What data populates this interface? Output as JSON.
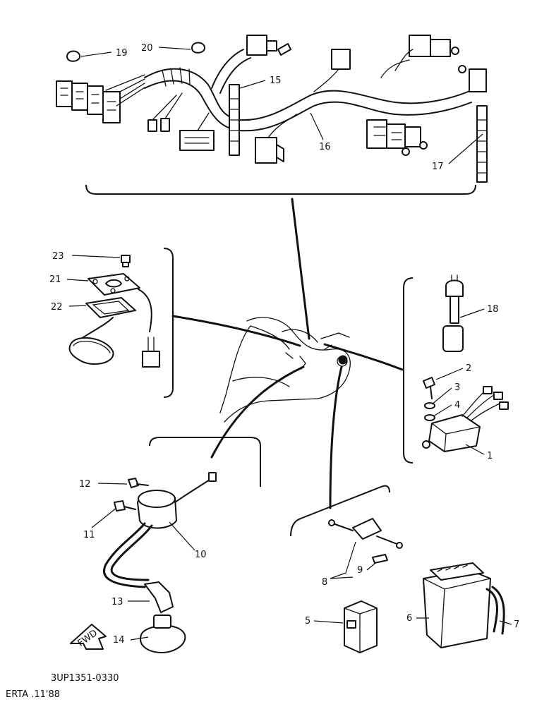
{
  "diagram": {
    "figure_code": "3UP1351-0330",
    "footer_mark": "ERTA .11'88",
    "fwd_label": "FWD",
    "callouts": [
      {
        "id": "1",
        "text": "1"
      },
      {
        "id": "2",
        "text": "2"
      },
      {
        "id": "3",
        "text": "3"
      },
      {
        "id": "4",
        "text": "4"
      },
      {
        "id": "5",
        "text": "5"
      },
      {
        "id": "6",
        "text": "6"
      },
      {
        "id": "7",
        "text": "7"
      },
      {
        "id": "8",
        "text": "8"
      },
      {
        "id": "9",
        "text": "9"
      },
      {
        "id": "10",
        "text": "10"
      },
      {
        "id": "11",
        "text": "11"
      },
      {
        "id": "12",
        "text": "12"
      },
      {
        "id": "13",
        "text": "13"
      },
      {
        "id": "14",
        "text": "14"
      },
      {
        "id": "15",
        "text": "15"
      },
      {
        "id": "16",
        "text": "16"
      },
      {
        "id": "17",
        "text": "17"
      },
      {
        "id": "18",
        "text": "18"
      },
      {
        "id": "19",
        "text": "19"
      },
      {
        "id": "20",
        "text": "20"
      },
      {
        "id": "21",
        "text": "21"
      },
      {
        "id": "22",
        "text": "22"
      },
      {
        "id": "23",
        "text": "23"
      }
    ]
  }
}
